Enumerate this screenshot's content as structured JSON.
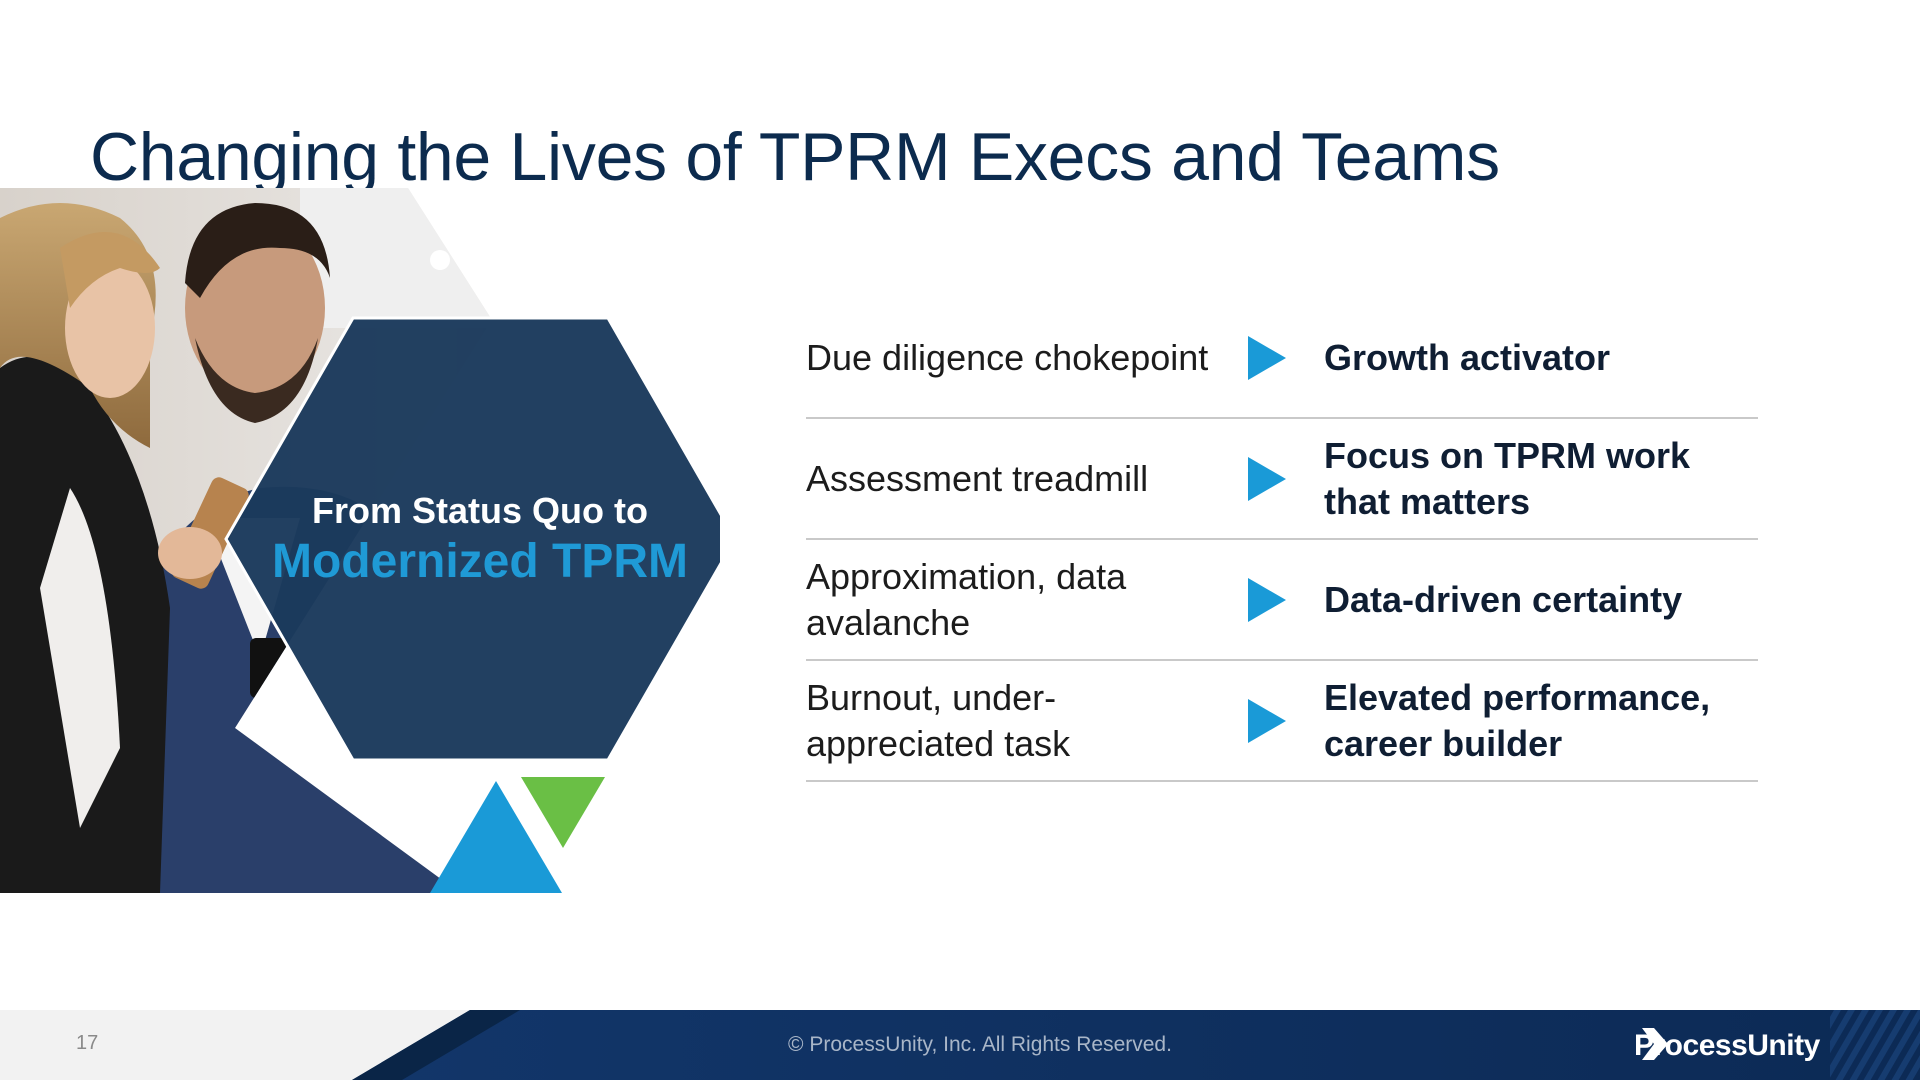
{
  "slide": {
    "title": "Changing the Lives of TPRM Execs and Teams",
    "page_number": "17"
  },
  "hexagon": {
    "line1": "From Status Quo to",
    "line2": "Modernized TPRM"
  },
  "rows": [
    {
      "from": "Due diligence chokepoint",
      "to": "Growth activator"
    },
    {
      "from": "Assessment treadmill",
      "to": "Focus on TPRM work that matters"
    },
    {
      "from": "Approximation, data avalanche",
      "to": "Data-driven certainty"
    },
    {
      "from": "Burnout, under-appreciated task",
      "to": "Elevated performance, career builder"
    }
  ],
  "footer": {
    "copyright": "© ProcessUnity, Inc. All Rights Reserved.",
    "logo_text": "ProcessUnity"
  },
  "icons": {
    "row_arrow": "play-triangle-icon",
    "logo_mark": "chevron-cube-icon"
  },
  "colors": {
    "title": "#0c2b4e",
    "hexagon": "#1b3a5c",
    "accent_blue": "#1a9ad7",
    "accent_green": "#6abf45",
    "footer_navy": "#0e2f5c"
  }
}
